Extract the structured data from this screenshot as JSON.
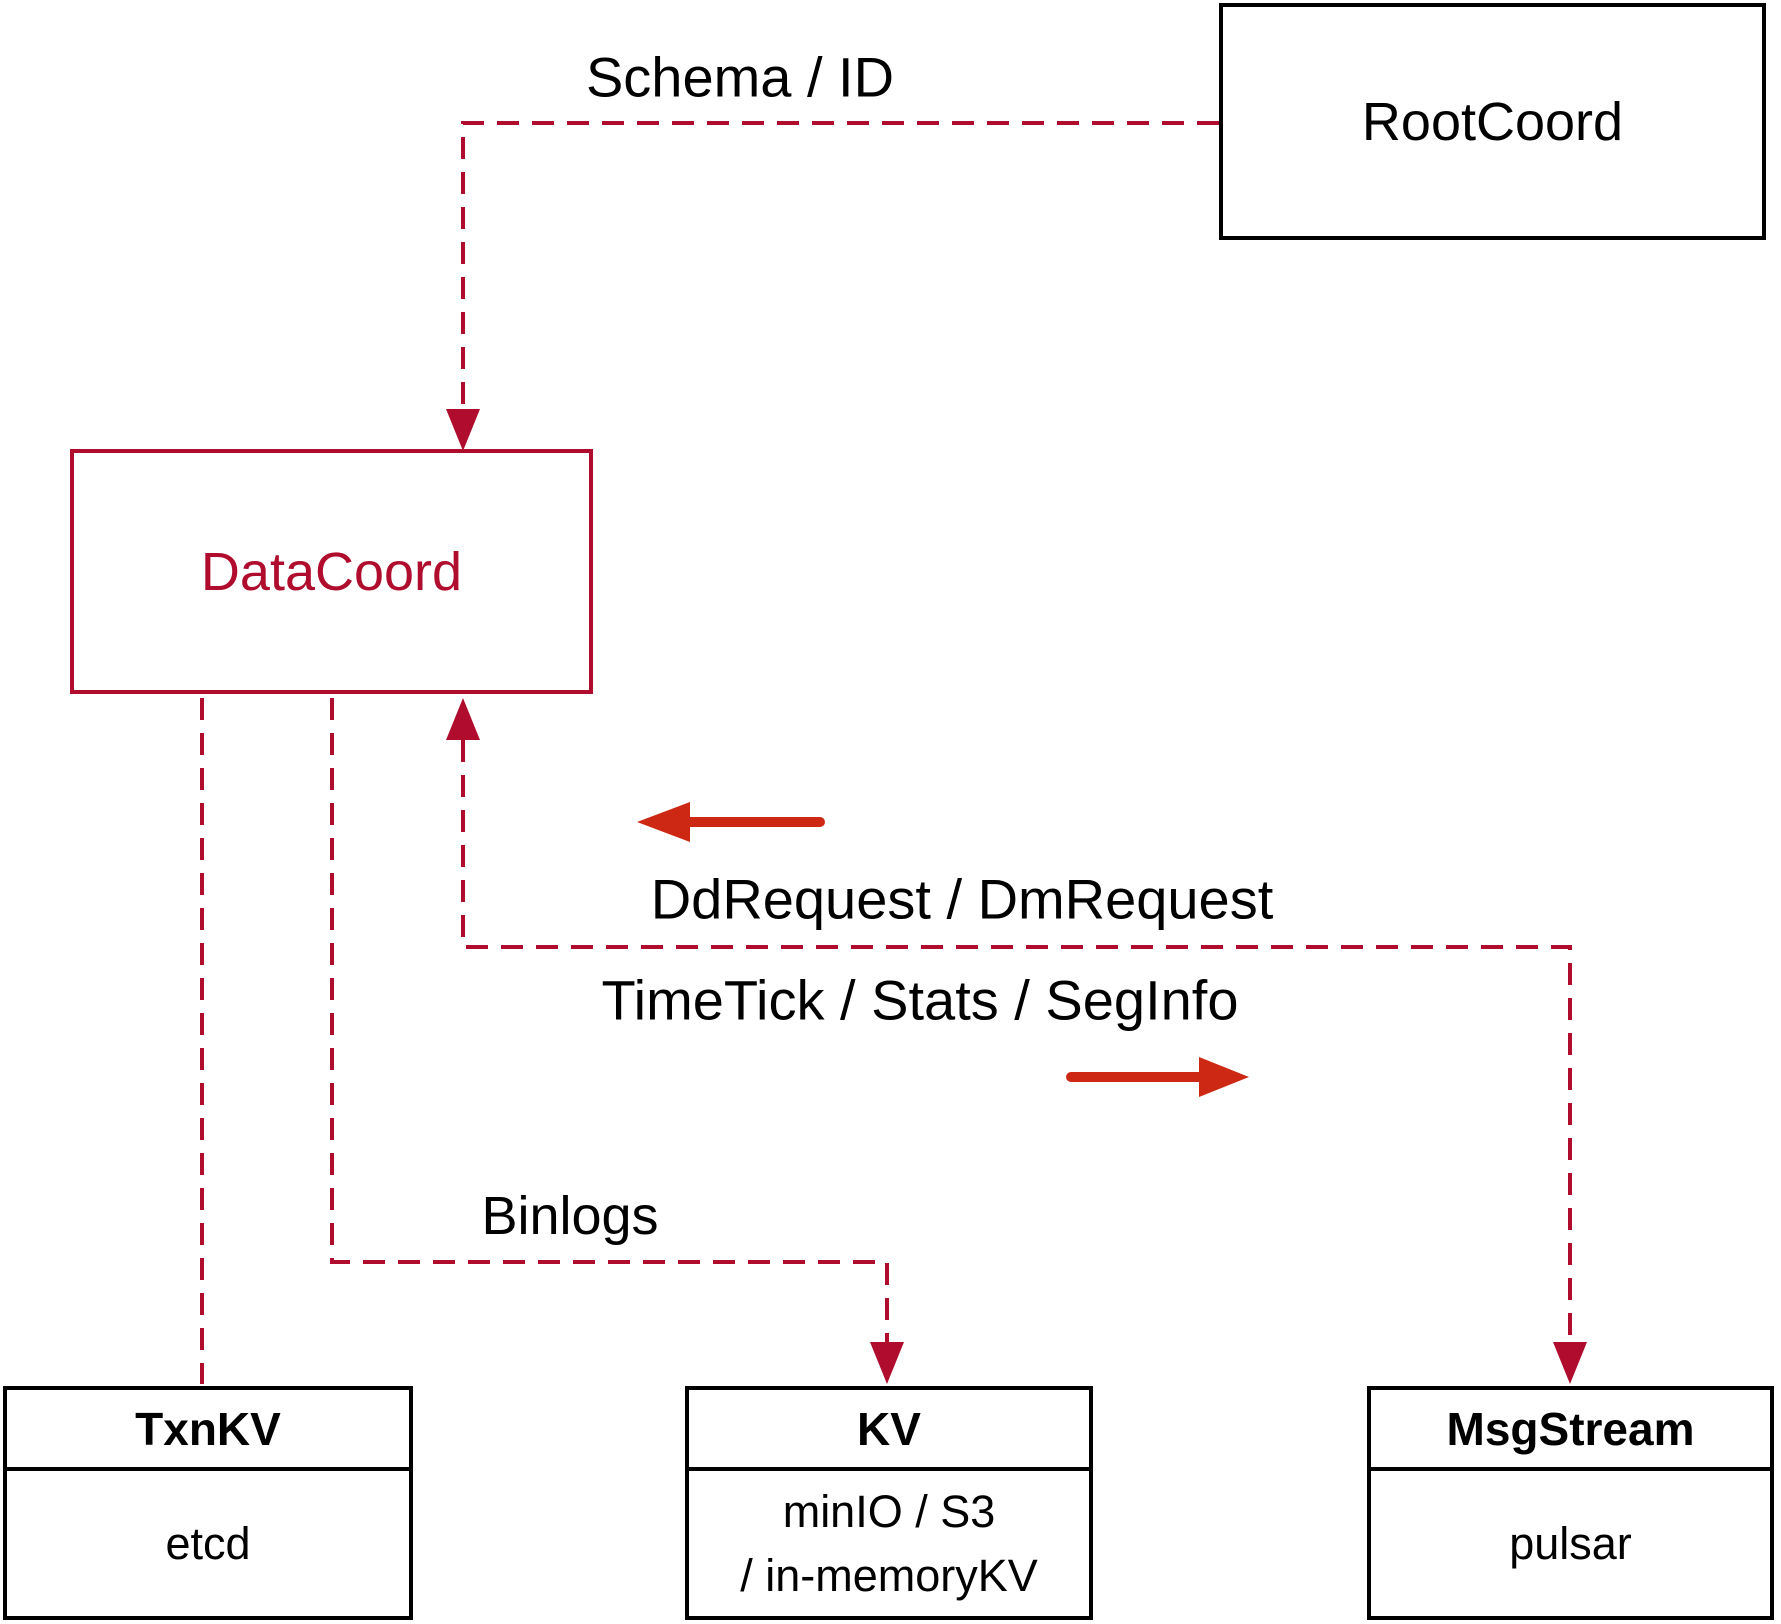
{
  "nodes": {
    "rootcoord": {
      "label": "RootCoord"
    },
    "datacoord": {
      "label": "DataCoord"
    },
    "txnkv": {
      "title": "TxnKV",
      "subtitle": "etcd"
    },
    "kv": {
      "title": "KV",
      "subtitle_line1": "minIO / S3",
      "subtitle_line2": "/ in-memoryKV"
    },
    "msgstream": {
      "title": "MsgStream",
      "subtitle": "pulsar"
    }
  },
  "edge_labels": {
    "schema_id": "Schema / ID",
    "dd_dm_request": "DdRequest / DmRequest",
    "timetick_stats_seginfo": "TimeTick / Stats / SegInfo",
    "binlogs": "Binlogs"
  },
  "colors": {
    "dashed_connector": "#B00D2E",
    "solid_arrow": "#CC2813",
    "box_border": "#000000"
  }
}
